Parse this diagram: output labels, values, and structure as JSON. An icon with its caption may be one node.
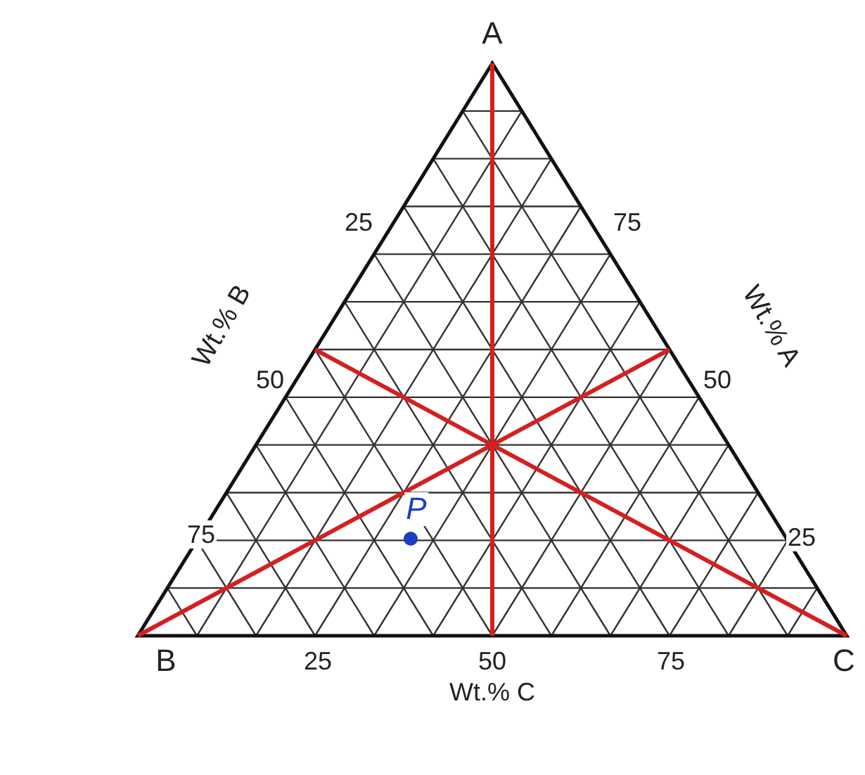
{
  "diagram": {
    "labels": [
      "A",
      "25",
      "75",
      "Wt.% B",
      "Wt.% A",
      "50",
      "50",
      "P",
      "75",
      "25",
      "B",
      "25",
      "50",
      "75",
      "C",
      "Wt.% C"
    ]
  }
}
